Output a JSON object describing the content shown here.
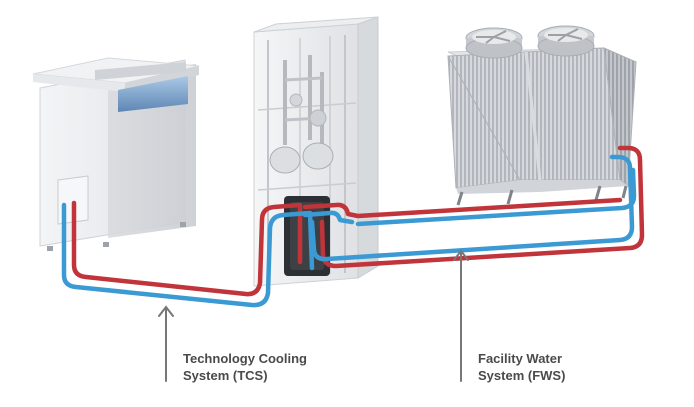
{
  "labels": {
    "tcs": {
      "line1": "Technology Cooling",
      "line2": "System (TCS)"
    },
    "fws": {
      "line1": "Facility Water",
      "line2": "System (FWS)"
    }
  },
  "colors": {
    "supply_pipe": "#3b9ad3",
    "return_pipe": "#c0343a",
    "arrow": "#777777",
    "label_text": "#4a4a4a",
    "equipment_light": "#eeeff1",
    "equipment_shade": "#d3d6da",
    "coil_fin": "#b9bdc2"
  },
  "components": [
    "rack-cooling-unit",
    "coolant-distribution-unit",
    "dry-cooler"
  ]
}
